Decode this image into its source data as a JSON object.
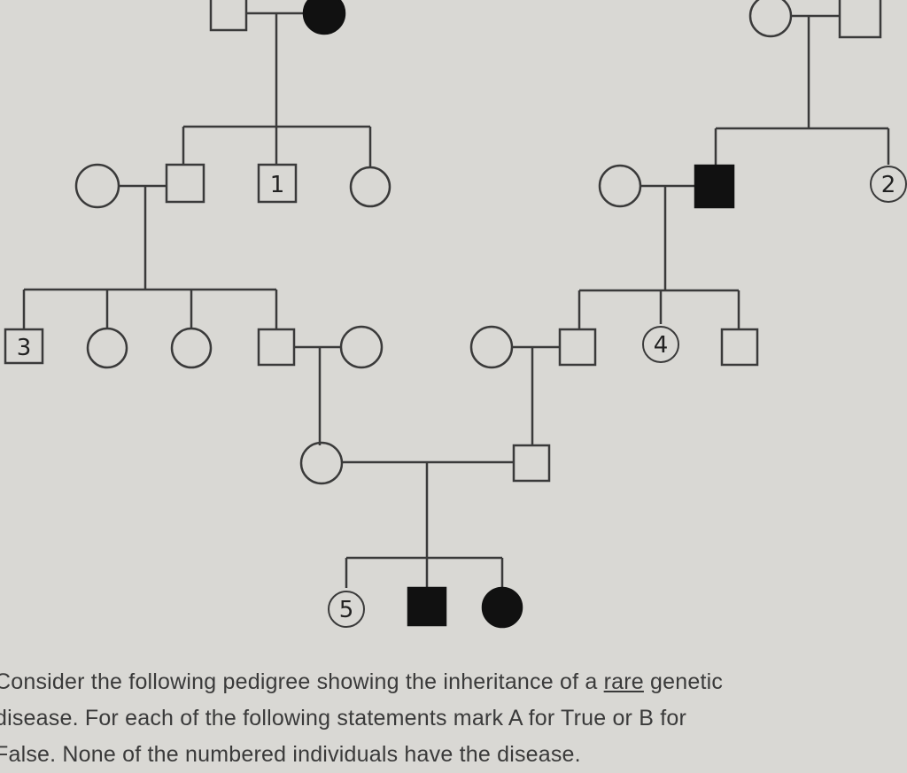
{
  "labels": {
    "one": "1",
    "two": "2",
    "three": "3",
    "four": "4",
    "five": "5"
  },
  "question": {
    "line1_before": "Consider the following pedigree showing the inheritance of a ",
    "line1_emph": "rare",
    "line1_after": " genetic",
    "line2": "disease. For each of the following statements mark A for True or B for",
    "line3": "False. None of the numbered individuals have the disease."
  },
  "colors": {
    "line": "#3a3a3a",
    "affected": "#111111",
    "background": "#d9d8d4"
  }
}
